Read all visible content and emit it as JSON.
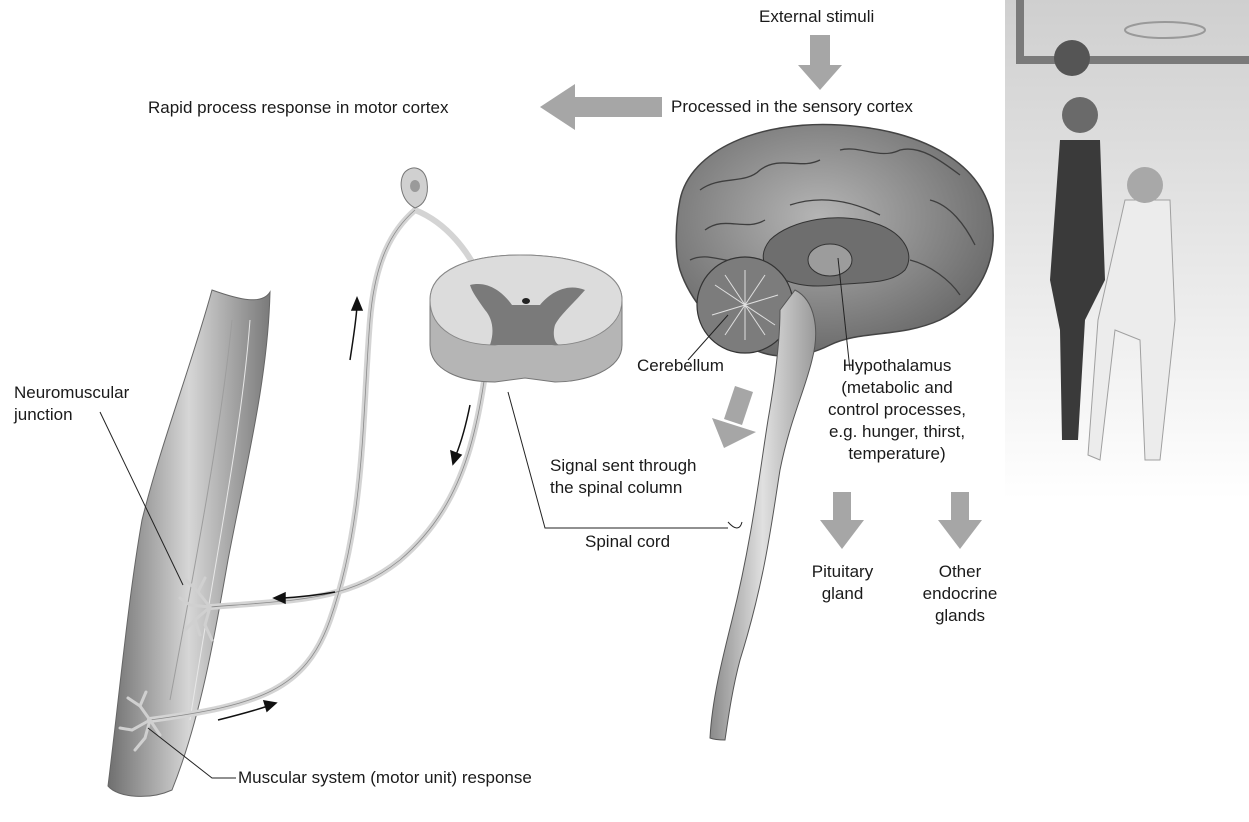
{
  "labels": {
    "external_stimuli": "External stimuli",
    "sensory_cortex": "Processed in the sensory cortex",
    "motor_cortex": "Rapid process response in motor cortex",
    "neuromuscular_line1": "Neuromuscular",
    "neuromuscular_line2": "junction",
    "cerebellum": "Cerebellum",
    "hypothalamus_line1": "Hypothalamus",
    "hypothalamus_line2": "(metabolic and",
    "hypothalamus_line3": "control processes,",
    "hypothalamus_line4": "e.g. hunger, thirst,",
    "hypothalamus_line5": "temperature)",
    "signal_line1": "Signal sent through",
    "signal_line2": "the spinal column",
    "spinal_cord": "Spinal cord",
    "pituitary_line1": "Pituitary",
    "pituitary_line2": "gland",
    "other_line1": "Other",
    "other_line2": "endocrine",
    "other_line3": "glands",
    "muscular_response": "Muscular system (motor unit) response"
  },
  "colors": {
    "arrow_fill": "#a6a6a6",
    "nerve": "#d9d9d9",
    "brain": "#8e8e8e",
    "muscle": "#bdbdbd",
    "leader": "#222222"
  }
}
